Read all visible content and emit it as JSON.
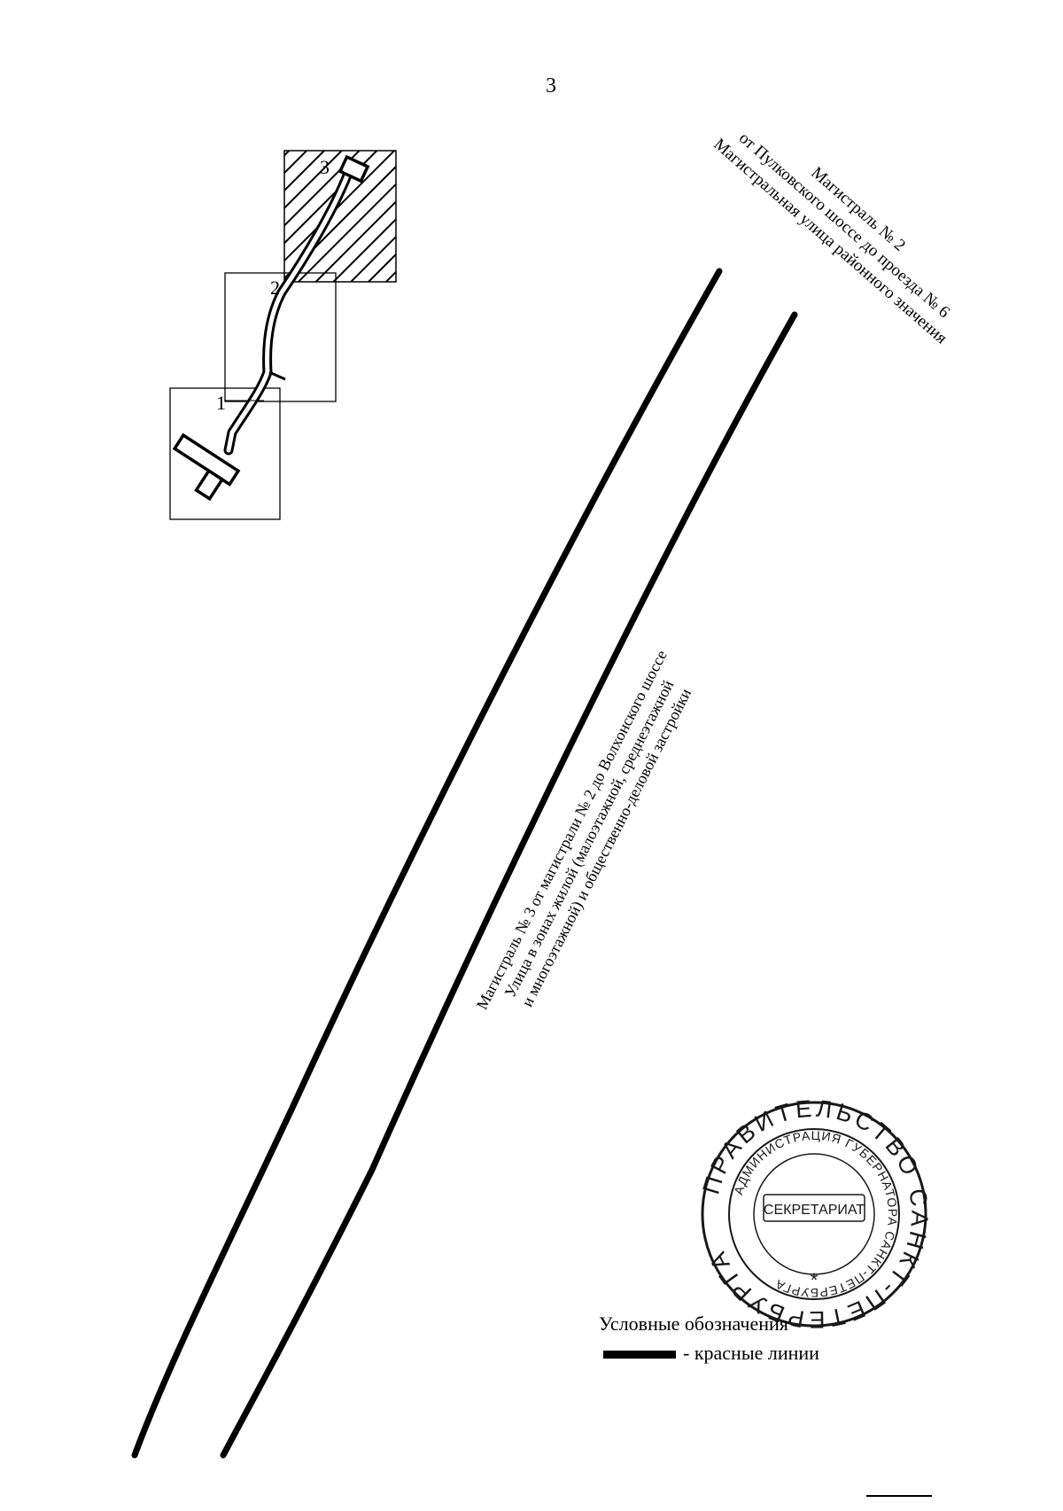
{
  "page_number": "3",
  "roads": {
    "magistral2": {
      "line1": "Магистраль № 2",
      "line2": "от  Пулковского шоссе до проезда № 6",
      "line3": "Магистральная улица районного значения"
    },
    "magistral3": {
      "line1": "Магистраль № 3 от магистрали № 2 до Волхонского шоссе",
      "line2": "Улица в зонах жилой (малоэтажной, среднеэтажной",
      "line3": "и многоэтажной) и общественно-деловой застройки"
    }
  },
  "inset": {
    "markers": [
      "1",
      "2",
      "3"
    ]
  },
  "stamp": {
    "outer_text": "ПРАВИТЕЛЬСТВО САНКТ-ПЕТЕРБУРГА",
    "inner_text": "АДМИНИСТРАЦИЯ ГУБЕРНАТОРА САНКТ-ПЕТЕРБУРГА",
    "center_text": "СЕКРЕТАРИАТ",
    "star": "*"
  },
  "legend": {
    "title": "Условные обозначения",
    "item_label": "- красные линии"
  },
  "colors": {
    "ink": "#000000",
    "paper": "#ffffff"
  }
}
